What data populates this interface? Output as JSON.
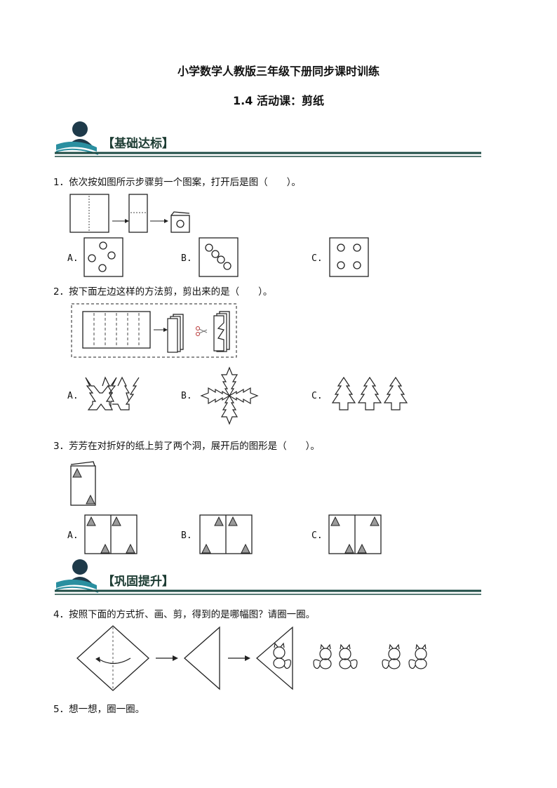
{
  "header": {
    "title": "小学数学人教版三年级下册同步课时训练",
    "subtitle": "1.4 活动课：剪纸"
  },
  "sections": [
    {
      "label": "【基础达标】"
    },
    {
      "label": "【巩固提升】"
    }
  ],
  "questions": [
    {
      "text": "1．依次按如图所示步骤剪一个图案，打开后是图（　　）。",
      "options": [
        "A.",
        "B.",
        "C."
      ]
    },
    {
      "text": "2．按下面左边这样的方法剪，剪出来的是（　　）。",
      "options": [
        "A.",
        "B.",
        "C."
      ]
    },
    {
      "text": "3．芳芳在对折好的纸上剪了两个洞，展开后的图形是（　　）。",
      "options": [
        "A.",
        "B.",
        "C."
      ]
    },
    {
      "text": "4．按照下面的方式折、画、剪，得到的是哪幅图？请圈一圈。"
    },
    {
      "text": "5．想一想，圈一圈。"
    }
  ],
  "colors": {
    "banner_dark": "#1e4b44",
    "banner_teal": "#2a8fa0",
    "triangle_gray": "#9a9a9a"
  }
}
